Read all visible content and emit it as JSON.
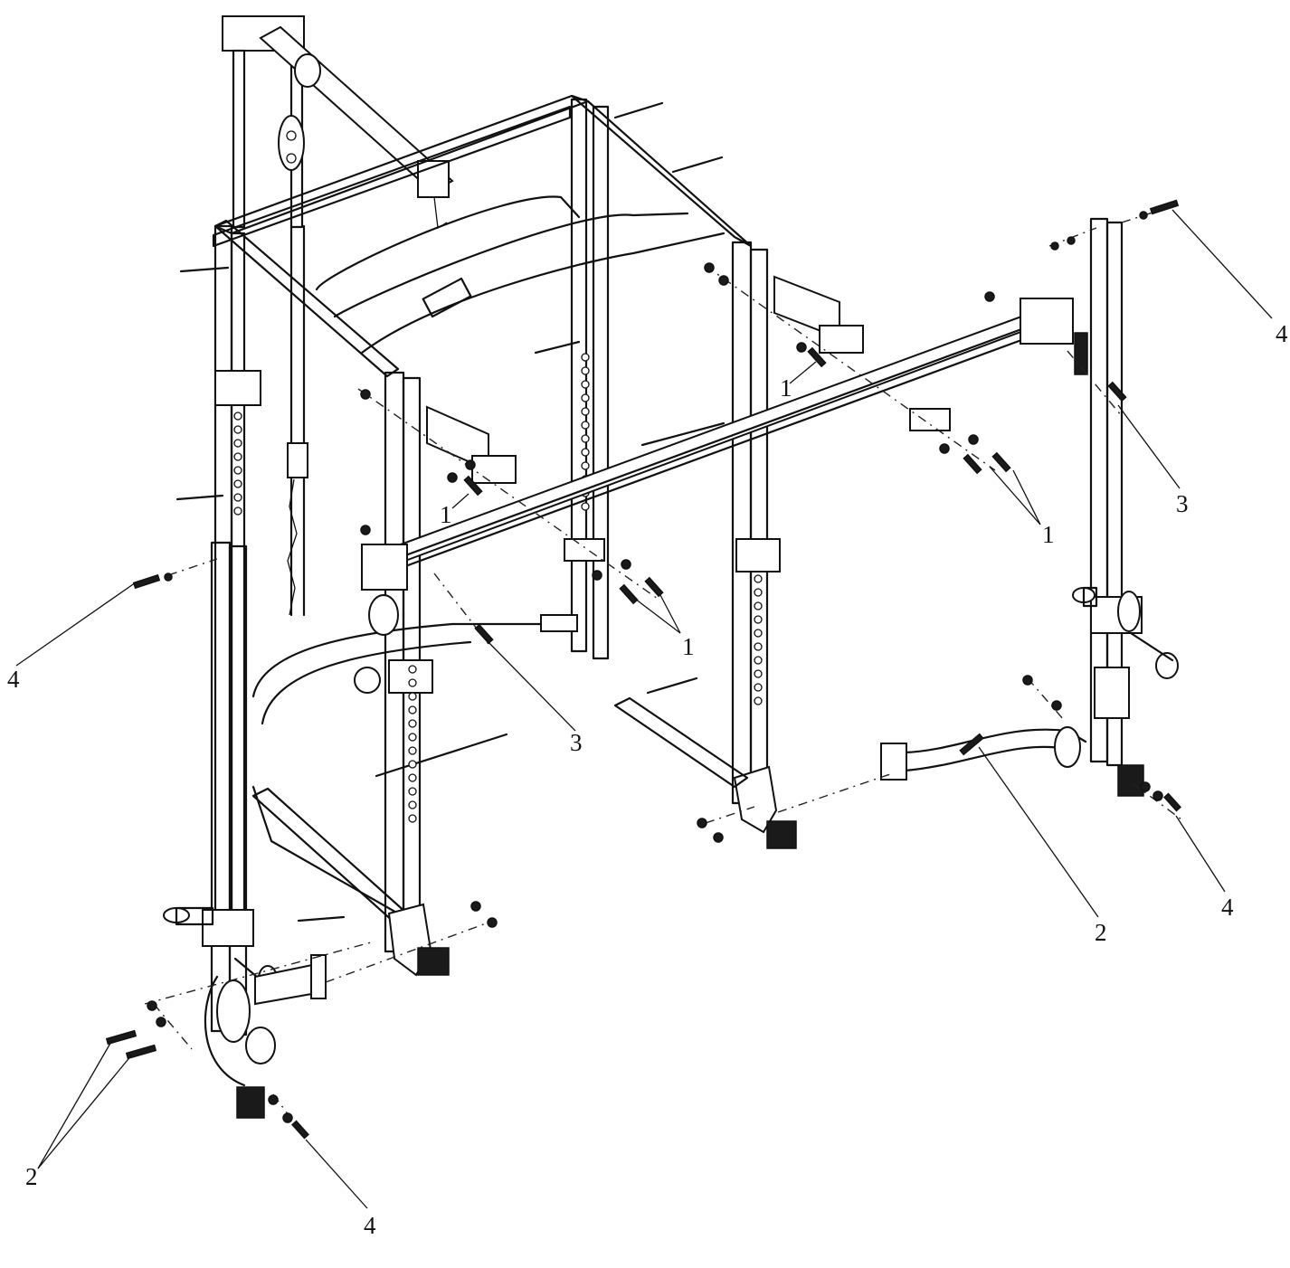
{
  "diagram": {
    "callouts": [
      {
        "label": "1"
      },
      {
        "label": "1"
      },
      {
        "label": "1"
      },
      {
        "label": "1"
      },
      {
        "label": "2"
      },
      {
        "label": "2"
      },
      {
        "label": "3"
      },
      {
        "label": "3"
      },
      {
        "label": "4"
      },
      {
        "label": "4"
      },
      {
        "label": "4"
      },
      {
        "label": "4"
      }
    ]
  },
  "colors": {
    "ink": "#111111",
    "paper": "#ffffff",
    "foot": "#1a1a1a"
  }
}
